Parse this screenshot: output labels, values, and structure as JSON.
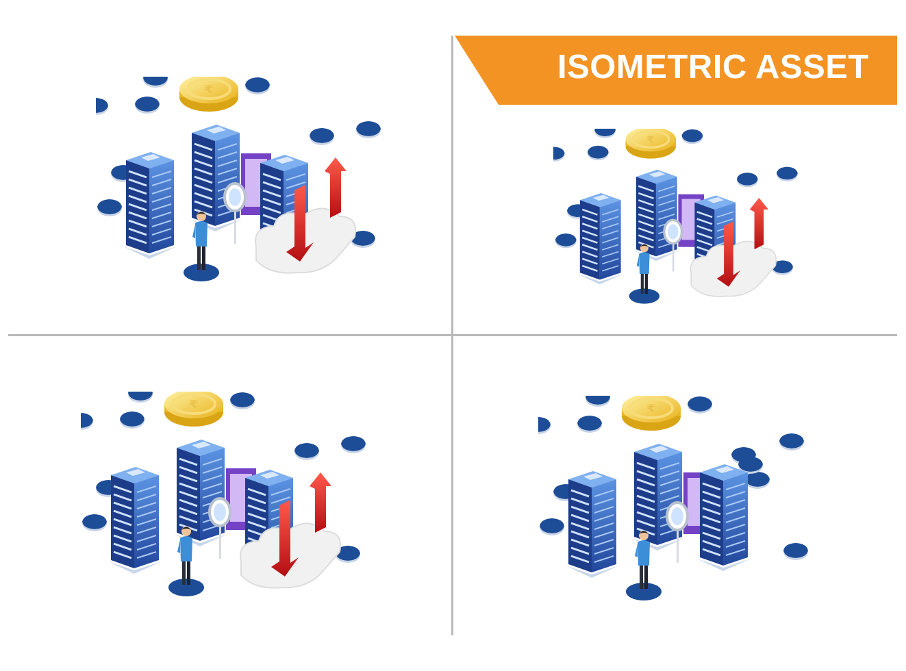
{
  "banner": {
    "title": "ISOMETRIC ASSET",
    "color": "#f39323",
    "text_color": "#ffffff"
  },
  "palette": {
    "server_dark": "#1d3d8a",
    "server_mid": "#2f66c2",
    "server_light": "#7fb0f0",
    "blob": "#1d4d96",
    "coin": "#f5cf3a",
    "arrow": "#d42424",
    "cloud": "#f2f2f2",
    "divider": "#b9b9b9"
  },
  "panels": [
    {
      "id": "top-left",
      "variant": "full",
      "icons": [
        "coin-icon",
        "server-icon",
        "magnifier-icon",
        "person-icon",
        "cloud-icon",
        "up-arrow-icon",
        "down-arrow-icon"
      ]
    },
    {
      "id": "top-right",
      "variant": "full",
      "icons": [
        "coin-icon",
        "server-icon",
        "magnifier-icon",
        "person-icon",
        "cloud-icon",
        "up-arrow-icon",
        "down-arrow-icon"
      ]
    },
    {
      "id": "bottom-left",
      "variant": "full",
      "icons": [
        "coin-icon",
        "server-icon",
        "magnifier-icon",
        "person-icon",
        "cloud-icon",
        "up-arrow-icon",
        "down-arrow-icon"
      ]
    },
    {
      "id": "bottom-right",
      "variant": "no-cloud",
      "icons": [
        "coin-icon",
        "server-icon",
        "magnifier-icon",
        "person-icon"
      ]
    }
  ]
}
